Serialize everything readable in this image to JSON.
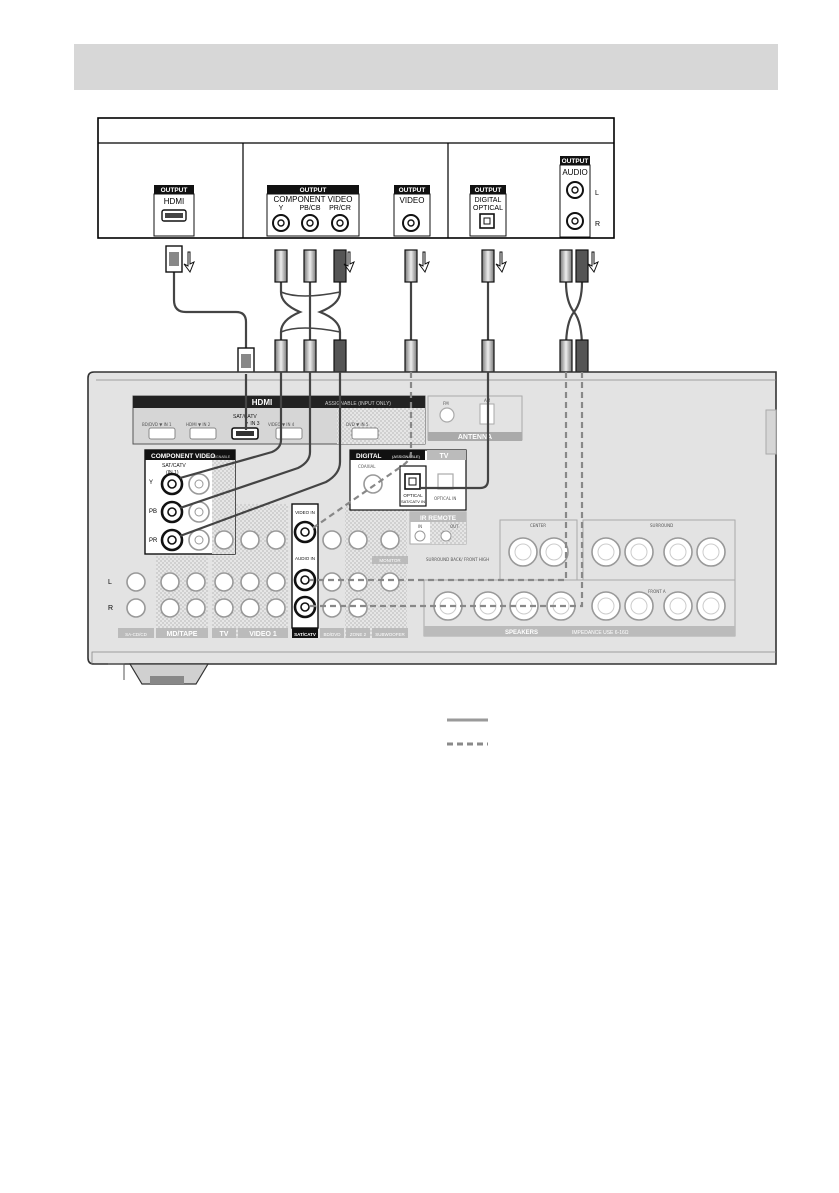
{
  "source_device": {
    "output_tag": "OUTPUT",
    "hdmi_label": "HDMI",
    "component_label": "COMPONENT VIDEO",
    "component_ports": [
      "Y",
      "PB/CB",
      "PR/CR"
    ],
    "video_label": "VIDEO",
    "digital_label": "DIGITAL",
    "optical_label": "OPTICAL",
    "audio_label": "AUDIO",
    "audio_l": "L",
    "audio_r": "R"
  },
  "receiver": {
    "hdmi_section": "HDMI",
    "hdmi_assignable": "ASSIGNABLE (INPUT ONLY)",
    "hdmi_port_labels": [
      "BD/DVD ▼ IN 1",
      "HDMI ▼ IN 2",
      "SAT/CATV ▼ IN 3",
      "VIDEO ▼ IN 4",
      "DVD ▼ IN 5"
    ],
    "hdmi_highlight_label": "SAT/CATV",
    "hdmi_highlight_sub": "▼ IN 3",
    "antenna": "ANTENNA",
    "antenna_fm": "FM",
    "antenna_am": "AM",
    "component_title": "COMPONENT VIDEO",
    "component_assignable": "ASSIGNABLE",
    "component_input": "SAT/CATV",
    "component_in_sub": "(IN 1)",
    "component_y": "Y",
    "component_pb": "PB",
    "component_pr": "PR",
    "digital_title": "DIGITAL",
    "digital_assignable": "(ASSIGNABLE)",
    "digital_tv": "TV",
    "coaxial": "COAXIAL",
    "optical_sat": "OPTICAL",
    "optical_sat_sub": "SAT/CATV IN",
    "optical_tv": "OPTICAL IN",
    "video_in": "VIDEO IN",
    "audio_in": "AUDIO IN",
    "ir_remote": "IR REMOTE",
    "ir_in": "IN",
    "ir_out": "OUT",
    "audio_l": "L",
    "audio_r": "R",
    "col_sa_cd": "SA-CD/CD",
    "col_md_tape": "MD/TAPE",
    "col_tv": "TV",
    "col_video1": "VIDEO 1",
    "col_satcatv": "SAT/CATV",
    "col_bd_dvd": "BD/DVD",
    "col_zone2": "ZONE 2",
    "col_subwoofer": "SUBWOOFER",
    "monitor": "MONITOR",
    "center": "CENTER",
    "surround": "SURROUND",
    "surround_back": "SURROUND BACK/ FRONT HIGH",
    "front_a": "FRONT A",
    "speakers": "SPEAKERS",
    "impedance": "IMPEDANCE USE 6-16Ω"
  },
  "colors": {
    "panel_fill": "#e3e3e3",
    "panel_stroke": "#333333",
    "cable": "#444444",
    "dashed_cable": "#888888",
    "legend_solid": "#9a9a9a",
    "legend_dashed": "#8a8a8a",
    "header_bar": "#d7d7d7"
  }
}
